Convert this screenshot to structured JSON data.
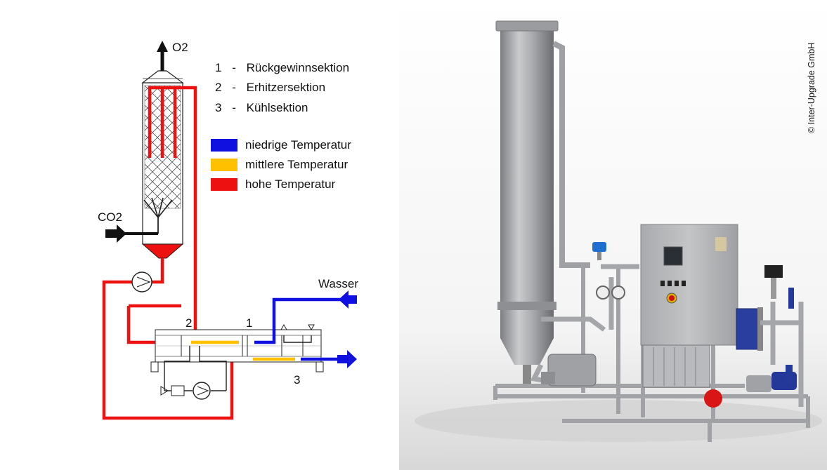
{
  "labels": {
    "o2": "O2",
    "co2": "CO2",
    "wasser": "Wasser",
    "num_2": "2",
    "num_1": "1",
    "num_3": "3"
  },
  "sections": [
    {
      "num": "1",
      "dash": "-",
      "label": "Rückgewinnsektion"
    },
    {
      "num": "2",
      "dash": "-",
      "label": "Erhitzersektion"
    },
    {
      "num": "3",
      "dash": "-",
      "label": "Kühlsektion"
    }
  ],
  "legend": [
    {
      "label": "niedrige Temperatur",
      "color": "#1010e0"
    },
    {
      "label": "mittlere Temperatur",
      "color": "#ffc000"
    },
    {
      "label": "hohe Temperatur",
      "color": "#ee1111"
    }
  ],
  "colors": {
    "pipe_hot": "#ee1111",
    "pipe_mid": "#ffc000",
    "pipe_cold": "#1010e0",
    "outline": "#222222"
  },
  "copyright": "© Inter-Upgrade GmbH"
}
